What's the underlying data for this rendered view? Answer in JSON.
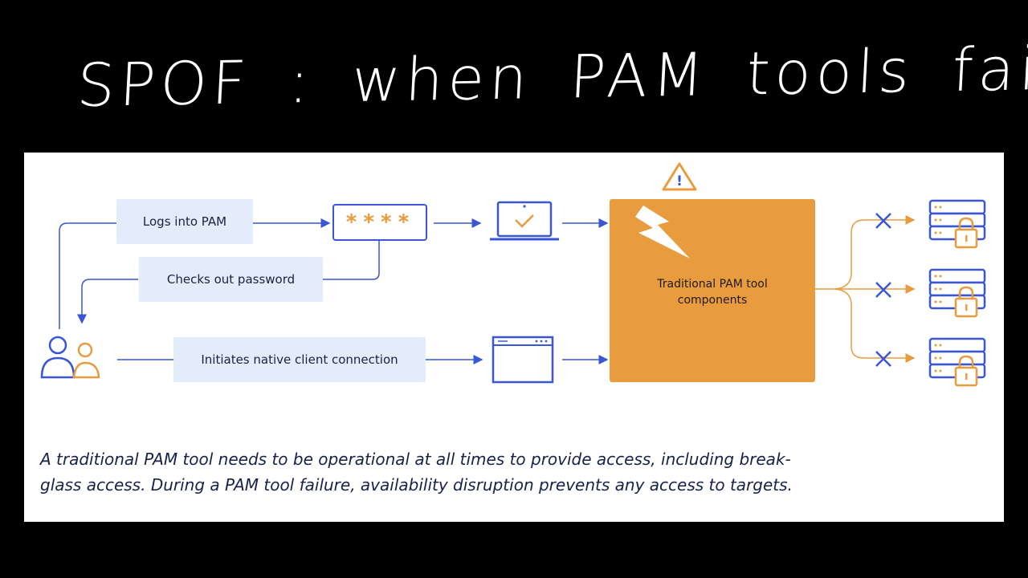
{
  "title": "SPOF : when  PAM tools fail",
  "diagram": {
    "logs_into_pam": "Logs into PAM",
    "password_mask": "****",
    "checks_out_password": "Checks out password",
    "initiates_connection": "Initiates native client connection",
    "pam_tool_line1": "Traditional PAM tool",
    "pam_tool_line2": "components",
    "warning_symbol": "!"
  },
  "caption": {
    "line1": "A traditional PAM tool needs to be operational at all times to provide access, including break-",
    "line2": "glass access. During a PAM tool failure, availability disruption prevents any access to targets."
  },
  "icons": {
    "users": "users-icon",
    "laptop": "laptop-check-icon",
    "client_window": "browser-window-icon",
    "warning": "warning-triangle-icon",
    "lightning": "lightning-bolt-icon",
    "blocked": "x-mark-icon",
    "target": "locked-server-icon"
  },
  "colors": {
    "blue": "#3a55d6",
    "orange": "#e99c3e",
    "box_fill": "#e3ecfb",
    "caption_text": "#17214a"
  }
}
